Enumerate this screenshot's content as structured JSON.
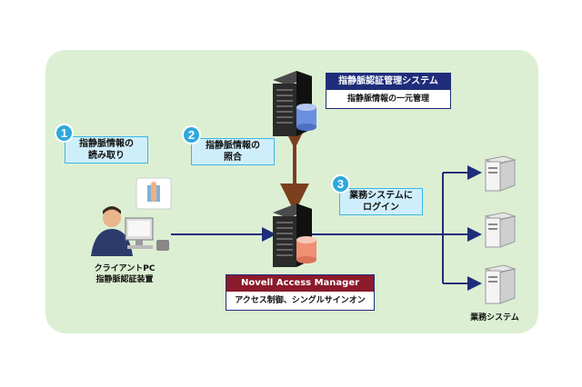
{
  "diagram": {
    "auth_system": {
      "title": "指静脈認証管理システム",
      "subtitle": "指静脈情報の一元管理"
    },
    "access_manager": {
      "title": "Novell Access Manager",
      "subtitle": "アクセス制御、シングルサインオン"
    },
    "steps": [
      {
        "number": "1",
        "text": "指静脈情報の\n読み取り"
      },
      {
        "number": "2",
        "text": "指静脈情報の\n照合"
      },
      {
        "number": "3",
        "text": "業務システムに\nログイン"
      }
    ],
    "client_label": "クライアントPC\n指静脈認証装置",
    "business_label": "業務システム"
  },
  "colors": {
    "panel": "#dcefd3",
    "callout_fill": "#cfeefb",
    "callout_border": "#39b7e6",
    "title_bar": "#1f2d7a",
    "connector_blue": "#1f2d7a",
    "arrow_brown": "#7b3f1d",
    "step_circle": "#2fa8dc"
  }
}
